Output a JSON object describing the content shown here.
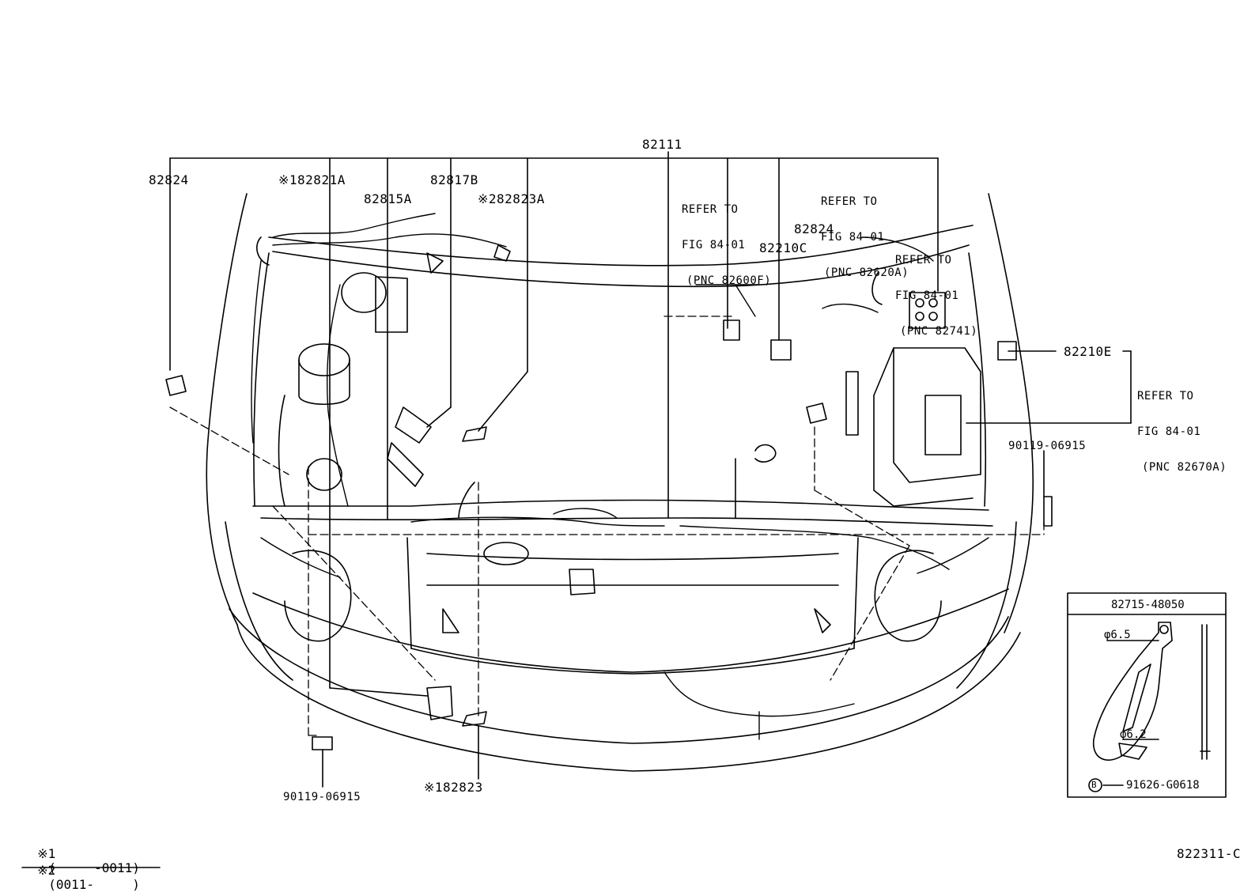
{
  "labels": {
    "main_harness": "82111",
    "p82824_left": "82824",
    "p82821A": "※182821A",
    "p82815A": "82815A",
    "p82817B": "82817B",
    "p82823A": "※282823A",
    "p82824_right": "82824",
    "p82210C": "82210C",
    "p82210E": "82210E",
    "bolt_right": "90119-06915",
    "bolt_left": "90119-06915",
    "p82823": "※182823",
    "fig_code": "822311-C"
  },
  "refs": {
    "ref_82600F": [
      "REFER TO",
      "FIG 84-01",
      "(PNC 82600F)"
    ],
    "ref_82620A": [
      "REFER TO",
      "FIG 84-01",
      "(PNC 82620A)"
    ],
    "ref_82741": [
      "REFER TO",
      "FIG 84-01",
      "(PNC 82741)"
    ],
    "ref_82670A": [
      "REFER TO",
      "FIG 84-01",
      "(PNC 82670A)"
    ]
  },
  "inset": {
    "part_no": "82715-48050",
    "dim_1": "φ6.5",
    "dim_2": "φ6.2",
    "clip_marker": "B",
    "clip_part": "91626-G0618"
  },
  "notes": {
    "note1_mark": "※1",
    "note1_range": "(     -0011)",
    "note2_mark": "※2",
    "note2_range": "(0011-     )"
  }
}
